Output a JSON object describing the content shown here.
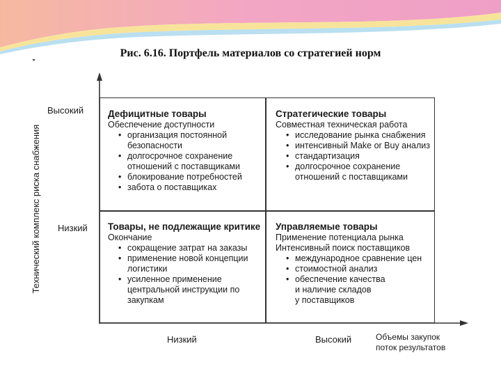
{
  "caption": "Рис. 6.16. Портфель материалов со стратегией норм",
  "axes": {
    "y_label": "Технический комплекс риска снабжения",
    "y_high": "Высокий",
    "y_low": "Низкий",
    "x_low": "Низкий",
    "x_high": "Высокий",
    "x_label_line1": "Объемы закупок",
    "x_label_line2": "поток результатов"
  },
  "quadrants": {
    "top_left": {
      "title": "Дефицитные товары",
      "subtitle": "Обеспечение доступности",
      "items": [
        "организация постоянной безопасности",
        "долгосрочное сохранение отношений с поставщиками",
        "блокирование потребностей",
        "забота о поставщиках"
      ]
    },
    "top_right": {
      "title": "Стратегические товары",
      "subtitle": "Совместная техническая работа",
      "items": [
        "исследование рынка снабжения",
        "интенсивный Make or Buy анализ",
        "стандартизация",
        "долгосрочное сохранение отношений с поставщиками"
      ]
    },
    "bottom_left": {
      "title": "Товары, не подлежащие критике",
      "subtitle": "Окончание",
      "items": [
        "сокращение затрат на заказы",
        "применение новой концепции логистики",
        "усиленное применение центральной инструкции по закупкам"
      ]
    },
    "bottom_right": {
      "title": "Управляемые товары",
      "subtitle": "Применение потенциала рынка",
      "subtitle2": "Интенсивный поиск поставщиков",
      "items": [
        "международное сравнение цен",
        "стоимостной анализ",
        "обеспечение качества"
      ],
      "continuation_1": "и наличие складов",
      "continuation_2": "у поставщиков"
    }
  },
  "colors": {
    "banner_pink": "#f3a6c4",
    "banner_yellow": "#f7e49a",
    "banner_blue": "#b9dff0",
    "lines": "#333333"
  }
}
